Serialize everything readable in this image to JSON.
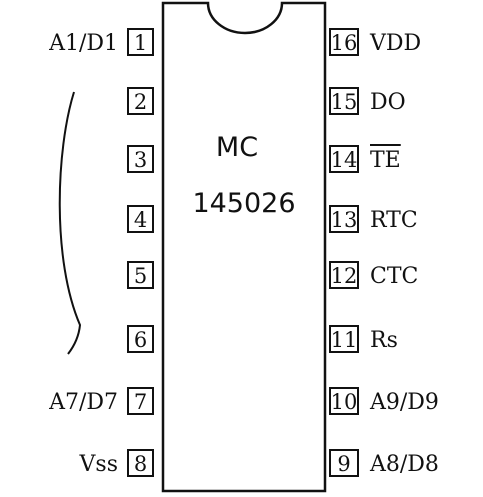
{
  "chip": {
    "name_line1": "MC",
    "name_line2": "145026"
  },
  "left_pins": [
    {
      "number": "1",
      "signal": "A1/D1"
    },
    {
      "number": "2",
      "signal": ""
    },
    {
      "number": "3",
      "signal": ""
    },
    {
      "number": "4",
      "signal": ""
    },
    {
      "number": "5",
      "signal": ""
    },
    {
      "number": "6",
      "signal": ""
    },
    {
      "number": "7",
      "signal": "A7/D7"
    },
    {
      "number": "8",
      "signal": "Vss"
    }
  ],
  "right_pins": [
    {
      "number": "16",
      "signal": "VDD"
    },
    {
      "number": "15",
      "signal": "DO"
    },
    {
      "number": "14",
      "signal": "TE",
      "overline": true
    },
    {
      "number": "13",
      "signal": "RTC"
    },
    {
      "number": "12",
      "signal": "CTC"
    },
    {
      "number": "11",
      "signal": "Rs"
    },
    {
      "number": "10",
      "signal": "A9/D9"
    },
    {
      "number": "9",
      "signal": "A8/D8"
    }
  ],
  "colors": {
    "ink": "#111111",
    "background": "#ffffff"
  }
}
